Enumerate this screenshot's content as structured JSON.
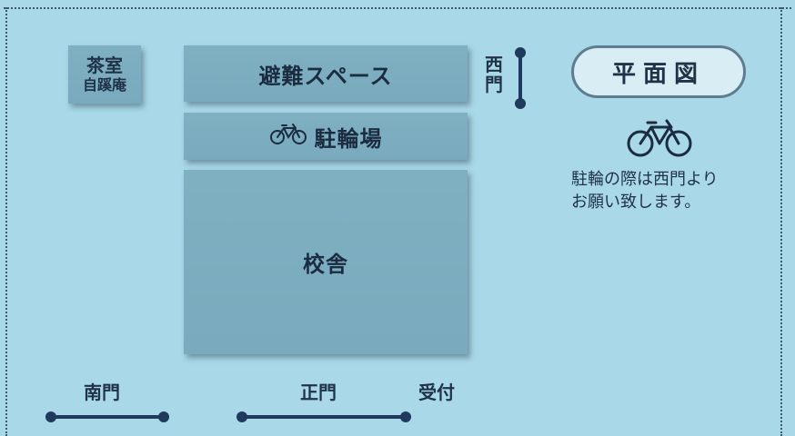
{
  "map": {
    "buildings": {
      "tea_room_line1": "茶室",
      "tea_room_line2": "自蹊庵",
      "evacuation_space": "避難スペース",
      "bicycle_parking": "駐輪場",
      "school_building": "校舎"
    },
    "gates": {
      "west_gate": "西門",
      "south_gate": "南門",
      "main_gate": "正門",
      "reception": "受付"
    }
  },
  "legend": {
    "title": "平面図",
    "bicycle_icon": "bicycle-icon",
    "note_line1": "駐輪の際は西門より",
    "note_line2": "お願い致します。"
  },
  "colors": {
    "background": "#a9d9e8",
    "block": "#7fb0c2",
    "gate": "#1f3a5c",
    "text": "#1c2c40"
  }
}
